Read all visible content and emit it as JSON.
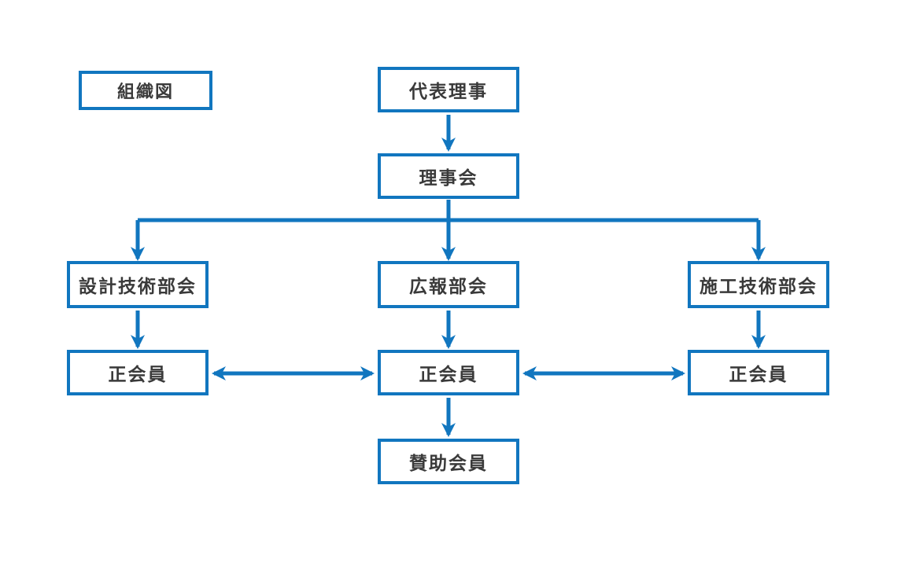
{
  "diagram": {
    "title_label": "組織図",
    "nodes": {
      "representative_director": {
        "label": "代表理事"
      },
      "board_of_directors": {
        "label": "理事会"
      },
      "design_technology_committee": {
        "label": "設計技術部会"
      },
      "public_relations_committee": {
        "label": "広報部会"
      },
      "construction_technology_committee": {
        "label": "施工技術部会"
      },
      "regular_member_left": {
        "label": "正会員"
      },
      "regular_member_center": {
        "label": "正会員"
      },
      "regular_member_right": {
        "label": "正会員"
      },
      "supporting_member": {
        "label": "賛助会員"
      }
    },
    "edges": [
      {
        "from": "representative_director",
        "to": "board_of_directors",
        "style": "arrow-down"
      },
      {
        "from": "board_of_directors",
        "to": "design_technology_committee",
        "style": "arrow-down"
      },
      {
        "from": "board_of_directors",
        "to": "public_relations_committee",
        "style": "arrow-down"
      },
      {
        "from": "board_of_directors",
        "to": "construction_technology_committee",
        "style": "arrow-down"
      },
      {
        "from": "design_technology_committee",
        "to": "regular_member_left",
        "style": "arrow-down"
      },
      {
        "from": "public_relations_committee",
        "to": "regular_member_center",
        "style": "arrow-down"
      },
      {
        "from": "construction_technology_committee",
        "to": "regular_member_right",
        "style": "arrow-down"
      },
      {
        "from": "regular_member_left",
        "to": "regular_member_center",
        "style": "double-arrow"
      },
      {
        "from": "regular_member_center",
        "to": "regular_member_right",
        "style": "double-arrow"
      },
      {
        "from": "regular_member_center",
        "to": "supporting_member",
        "style": "arrow-down"
      }
    ],
    "colors": {
      "accent_blue": "#1176bf",
      "text": "#3a3a3a",
      "background": "#ffffff"
    }
  }
}
